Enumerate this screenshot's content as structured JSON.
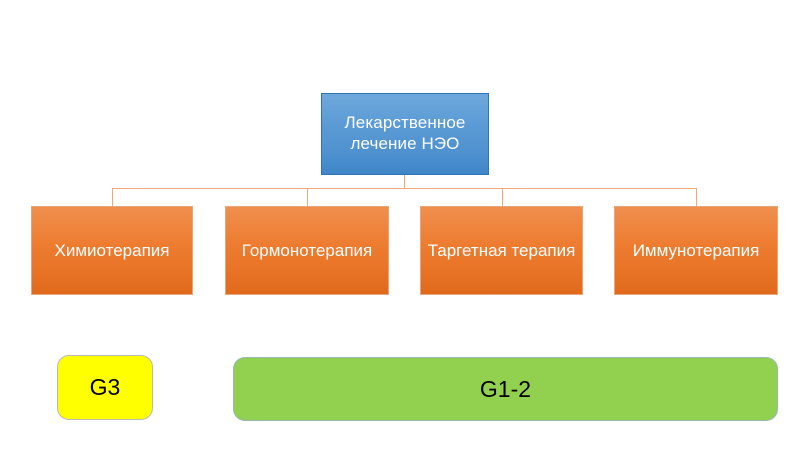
{
  "diagram": {
    "title": "Лекарственное лечение НЭО",
    "root": {
      "label": "Лекарственное лечение НЭО",
      "fill": "#5b9bd5",
      "border": "#2e75b6",
      "text_color": "#ffffff"
    },
    "therapies": [
      {
        "label": "Химиотерапия",
        "fill": "#ed7d31",
        "text_color": "#ffffff"
      },
      {
        "label": "Гормонотерапия",
        "fill": "#ed7d31",
        "text_color": "#ffffff"
      },
      {
        "label": "Таргетная терапия",
        "fill": "#ed7d31",
        "text_color": "#ffffff"
      },
      {
        "label": "Иммунотерапия",
        "fill": "#ed7d31",
        "text_color": "#ffffff"
      }
    ],
    "grades": [
      {
        "label": "G3",
        "fill": "#ffff00",
        "border": "#b9b9b9",
        "text_color": "#000000"
      },
      {
        "label": "G1-2",
        "fill": "#92d050",
        "border": "#9ab7b0",
        "text_color": "#000000"
      }
    ],
    "connector_color": "#f0a878",
    "background": "#ffffff"
  }
}
